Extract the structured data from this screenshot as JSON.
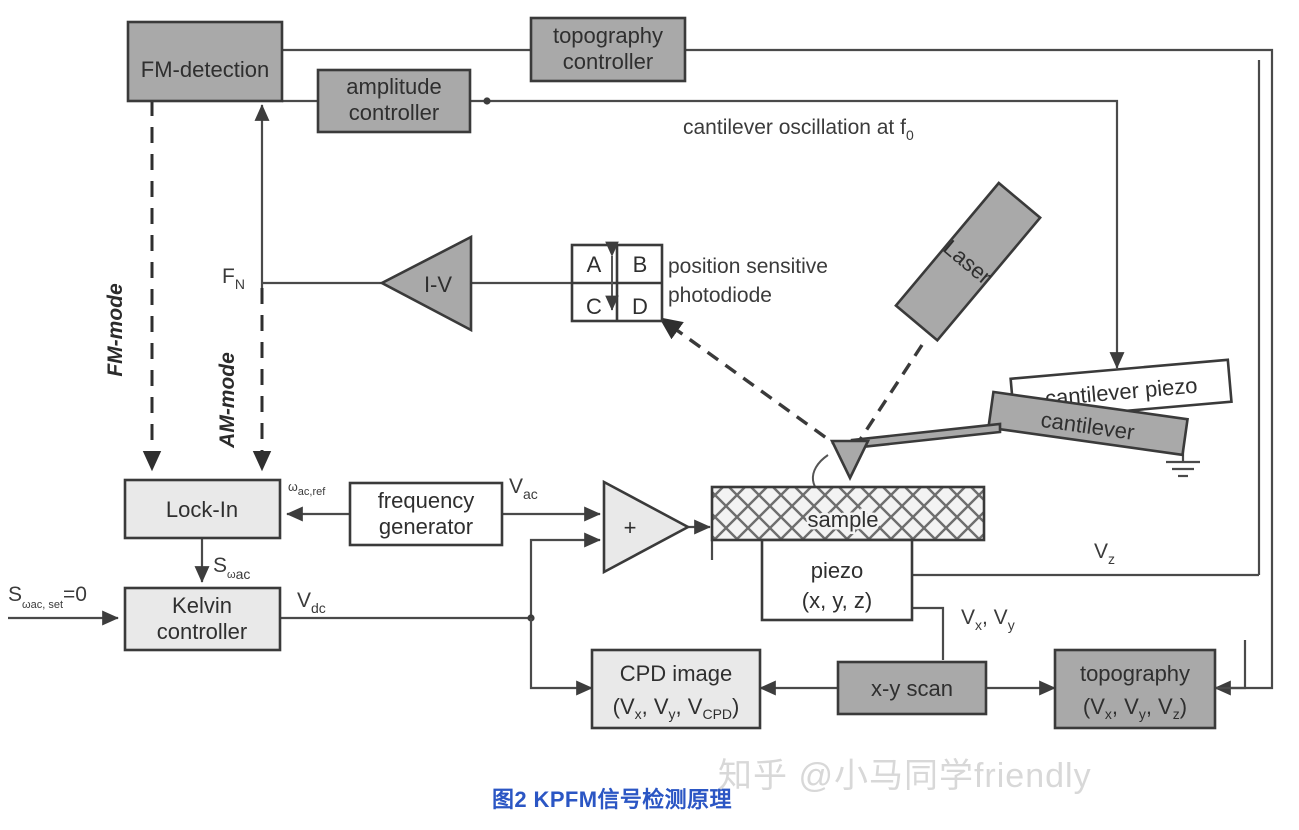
{
  "figure": {
    "caption": "图2 KPFM信号检测原理",
    "watermark": "知乎 @小马同学friendly",
    "caption_color": "#2b56c4"
  },
  "blocks": {
    "fm_detection": "FM-detection",
    "amplitude_controller_l1": "amplitude",
    "amplitude_controller_l2": "controller",
    "topography_controller_l1": "topography",
    "topography_controller_l2": "controller",
    "iv_amplifier": "I-V",
    "lock_in": "Lock-In",
    "frequency_generator_l1": "frequency",
    "frequency_generator_l2": "generator",
    "kelvin_controller_l1": "Kelvin",
    "kelvin_controller_l2": "controller",
    "summing_amplifier": "+",
    "sample": "sample",
    "piezo_l1": "piezo",
    "piezo_l2": "(x, y, z)",
    "cpd_image_l1": "CPD image",
    "cpd_image_l2_a": "(V",
    "cpd_image_l2_x": "x",
    "cpd_image_l2_b": ", V",
    "cpd_image_l2_y": "y",
    "cpd_image_l2_c": ", V",
    "cpd_image_l2_cpd": "CPD",
    "cpd_image_l2_d": ")",
    "xy_scan": "x-y scan",
    "topography_img_l1": "topography",
    "laser": "Laser",
    "cantilever_piezo": "cantilever piezo",
    "cantilever": "cantilever"
  },
  "photodiode": {
    "a": "A",
    "b": "B",
    "c": "C",
    "d": "D",
    "label_l1": "position sensitive",
    "label_l2": "photodiode"
  },
  "signals": {
    "cantilever_oscillation": "cantilever oscillation at f",
    "cantilever_oscillation_sub": "0",
    "normal_force": "F",
    "normal_force_sub": "N",
    "fm_mode": "FM-mode",
    "am_mode": "AM-mode",
    "omega_ac_ref": "ω",
    "omega_ac_ref_sub": "ac,ref",
    "v_ac": "V",
    "v_ac_sub": "ac",
    "v_dc": "V",
    "v_dc_sub": "dc",
    "v_z": "V",
    "v_z_sub": "z",
    "v_xy": "V",
    "v_xy_sub_x": "x",
    "v_xy_mid": ", V",
    "v_xy_sub_y": "y",
    "s_omega_ac": "S",
    "s_omega_ac_sub": "ω",
    "s_omega_ac_sub2": "ac",
    "s_set_main": "S",
    "s_set_sub_w": "ω",
    "s_set_sub_rest": "ac, set",
    "s_set_eq": "=0",
    "topo_img_vx": "x",
    "topo_img_vy": "y",
    "topo_img_vz": "z"
  },
  "colors": {
    "dark_gray_fill": "#a9a9a9",
    "light_gray_fill": "#e9e9e9",
    "stroke": "#3a3a3a",
    "line": "#4a4a4a"
  }
}
